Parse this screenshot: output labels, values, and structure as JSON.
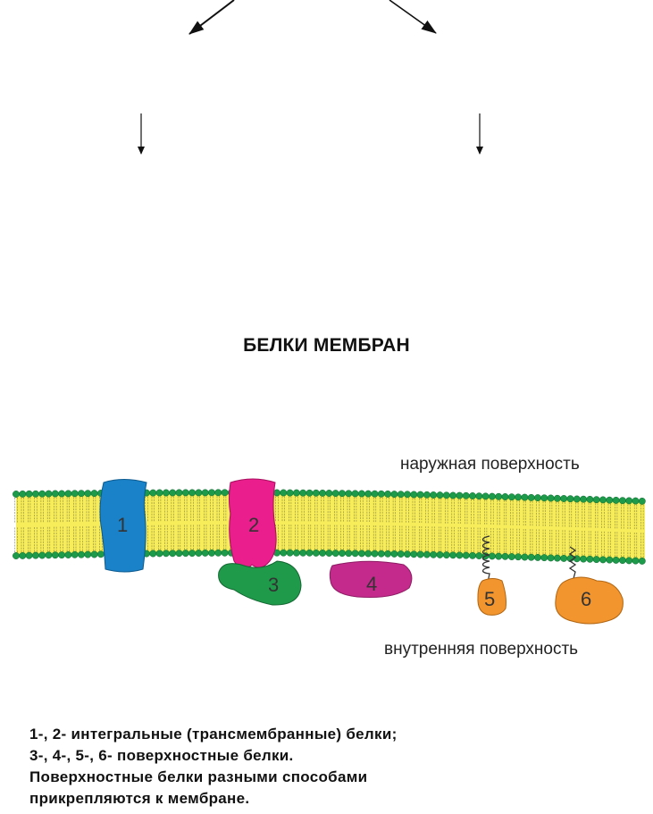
{
  "title": "БЕЛКИ МЕМБРАН",
  "labels": {
    "outer": "наружная поверхность",
    "inner": "внутренняя поверхность"
  },
  "proteins": [
    {
      "number": "1",
      "kind": "integral",
      "color": "#1a82c8"
    },
    {
      "number": "2",
      "kind": "integral",
      "color": "#ea1e8c"
    },
    {
      "number": "3",
      "kind": "peripheral",
      "color": "#1f9a4a"
    },
    {
      "number": "4",
      "kind": "peripheral",
      "color": "#c42a8c"
    },
    {
      "number": "5",
      "kind": "peripheral",
      "color": "#f2952e"
    },
    {
      "number": "6",
      "kind": "peripheral",
      "color": "#f2952e"
    }
  ],
  "colors": {
    "lipid_head": "#1d9a4a",
    "bilayer_fill": "#f7ec5a",
    "tail": "#7a7a3a"
  },
  "caption": [
    "1-, 2- интегральные (трансмембранные) белки;",
    "3-, 4-, 5-, 6- поверхностные белки.",
    "Поверхностные белки разными способами",
    "прикрепляются к мембране."
  ]
}
